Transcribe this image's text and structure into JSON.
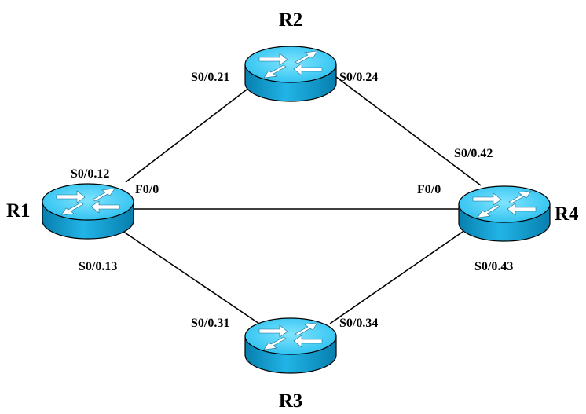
{
  "routers": [
    {
      "id": "R1",
      "label": "R1"
    },
    {
      "id": "R2",
      "label": "R2"
    },
    {
      "id": "R3",
      "label": "R3"
    },
    {
      "id": "R4",
      "label": "R4"
    }
  ],
  "links": [
    {
      "from": "R1",
      "to": "R2",
      "from_iface": "S0/0.12",
      "to_iface": "S0/0.21"
    },
    {
      "from": "R2",
      "to": "R4",
      "from_iface": "S0/0.24",
      "to_iface": "S0/0.42"
    },
    {
      "from": "R1",
      "to": "R3",
      "from_iface": "S0/0.13",
      "to_iface": "S0/0.31"
    },
    {
      "from": "R3",
      "to": "R4",
      "from_iface": "S0/0.34",
      "to_iface": "S0/0.43"
    },
    {
      "from": "R1",
      "to": "R4",
      "from_iface": "F0/0",
      "to_iface": "F0/0"
    }
  ],
  "colors": {
    "router_top": "#33ccff",
    "router_side": "#0a96c8",
    "router_outline": "#000000",
    "arrow": "#ffffff",
    "link": "#000000"
  },
  "icons": {
    "router": "router-icon"
  }
}
